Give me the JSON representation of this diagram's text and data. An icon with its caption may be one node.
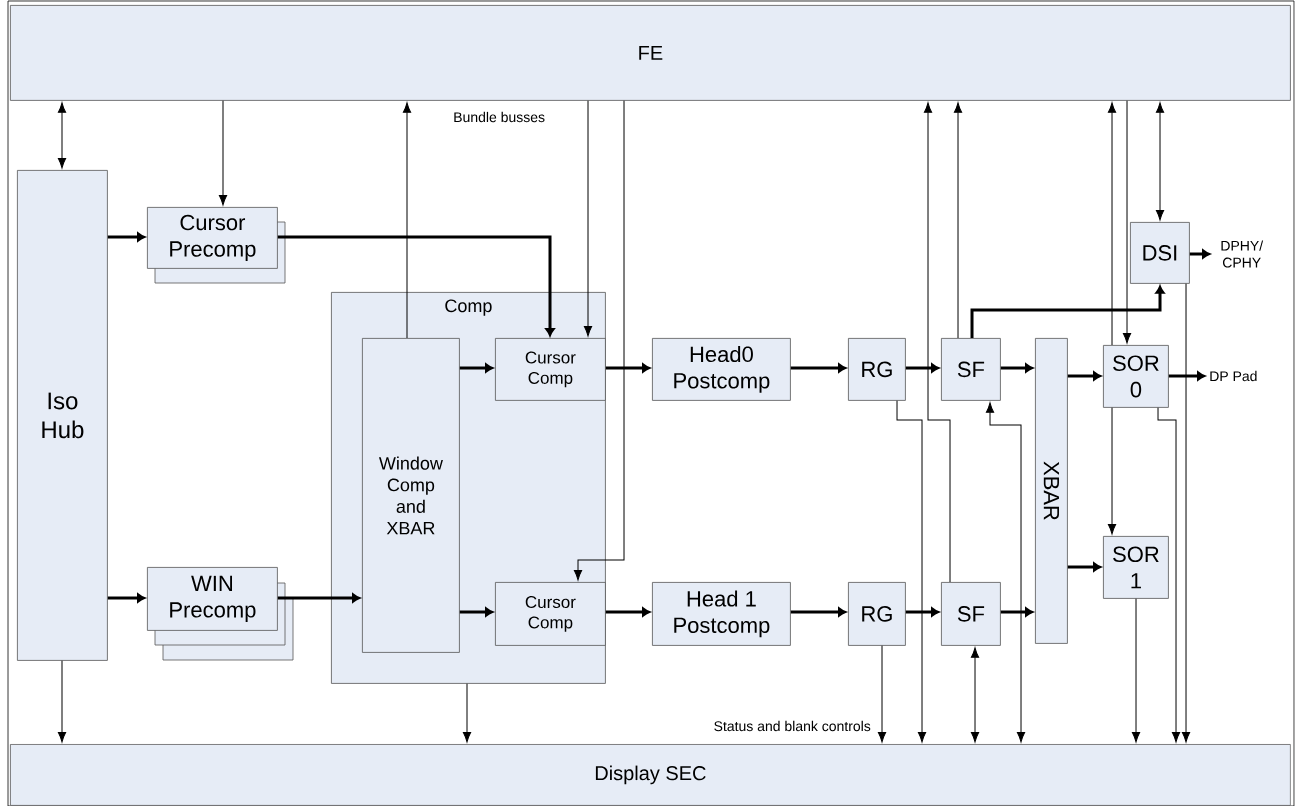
{
  "diagram": {
    "nodes": [
      {
        "text": [
          "FE"
        ]
      },
      {
        "text": [
          "Iso Hub"
        ]
      },
      {
        "text": [
          "Cursor Precomp"
        ]
      },
      {
        "text": [
          "WIN Precomp"
        ]
      },
      {
        "text": [
          "Comp"
        ]
      },
      {
        "text": [
          "Window Comp and XBAR"
        ],
        "in": 4
      },
      {
        "text": [
          "Cursor Comp"
        ],
        "in": 4
      },
      {
        "text": [
          "Cursor Comp"
        ],
        "in": 4
      },
      {
        "text": [
          "Head0 Postcomp"
        ]
      },
      {
        "text": [
          "Head 1 Postcomp"
        ]
      },
      {
        "text": [
          "RG"
        ]
      },
      {
        "text": [
          "RG"
        ]
      },
      {
        "text": [
          "SF"
        ]
      },
      {
        "text": [
          "SF"
        ]
      },
      {
        "text": [
          "XBAR"
        ]
      },
      {
        "text": [
          "SOR 0"
        ]
      },
      {
        "text": [
          "SOR 1"
        ]
      },
      {
        "text": [
          "DSI"
        ]
      },
      {
        "text": [
          "Display SEC"
        ]
      },
      {
        "text": [
          "DPHY/ CPHY"
        ]
      },
      {
        "text": [
          "DP Pad"
        ]
      }
    ],
    "edges": [
      {
        "from": 0,
        "to": 1,
        "arrow": "both"
      },
      {
        "from": 0,
        "to": 2,
        "arrow": "to"
      },
      {
        "from": 5,
        "to": 0,
        "arrow": "to"
      },
      {
        "from": 0,
        "to": 6,
        "arrow": "to"
      },
      {
        "from": 0,
        "to": 7,
        "arrow": "to"
      },
      {
        "from": 1,
        "to": 2,
        "arrow": "to",
        "style": "thick"
      },
      {
        "from": 1,
        "to": 3,
        "arrow": "to",
        "style": "thick"
      },
      {
        "from": 3,
        "to": 5,
        "arrow": "to",
        "style": "thick"
      },
      {
        "from": 2,
        "to": 6,
        "arrow": "to",
        "style": "thick"
      },
      {
        "from": 5,
        "to": 6,
        "arrow": "to",
        "style": "thick"
      },
      {
        "from": 5,
        "to": 7,
        "arrow": "to",
        "style": "thick"
      },
      {
        "from": 6,
        "to": 8,
        "arrow": "to",
        "style": "thick"
      },
      {
        "from": 7,
        "to": 9,
        "arrow": "to",
        "style": "thick"
      },
      {
        "from": 8,
        "to": 10,
        "arrow": "to",
        "style": "thick"
      },
      {
        "from": 9,
        "to": 11,
        "arrow": "to",
        "style": "thick"
      },
      {
        "from": 10,
        "to": 12,
        "arrow": "to",
        "style": "thick"
      },
      {
        "from": 11,
        "to": 13,
        "arrow": "to",
        "style": "thick"
      },
      {
        "from": 12,
        "to": 14,
        "arrow": "to",
        "style": "thick"
      },
      {
        "from": 13,
        "to": 14,
        "arrow": "to",
        "style": "thick"
      },
      {
        "from": 14,
        "to": 15,
        "arrow": "to",
        "style": "thick"
      },
      {
        "from": 14,
        "to": 16,
        "arrow": "to",
        "style": "thick"
      },
      {
        "from": 15,
        "to": 20,
        "arrow": "to",
        "style": "thick"
      },
      {
        "from": 17,
        "to": 19,
        "arrow": "to",
        "style": "thick"
      },
      {
        "from": 12,
        "to": 17,
        "arrow": "to",
        "style": "thick"
      },
      {
        "from": 12,
        "to": 0,
        "arrow": "to"
      },
      {
        "from": 13,
        "to": 0,
        "arrow": "to"
      },
      {
        "from": 0,
        "to": 17,
        "arrow": "both"
      },
      {
        "from": 0,
        "to": 15,
        "arrow": "to"
      },
      {
        "from": 15,
        "to": 0,
        "arrow": "to"
      },
      {
        "from": 15,
        "to": 16,
        "arrow": "to"
      },
      {
        "from": 1,
        "to": 18,
        "arrow": "to"
      },
      {
        "from": 4,
        "to": 18,
        "arrow": "to"
      },
      {
        "from": 10,
        "to": 18,
        "arrow": "to"
      },
      {
        "from": 11,
        "to": 18,
        "arrow": "to"
      },
      {
        "from": 13,
        "to": 18,
        "arrow": "both"
      },
      {
        "from": 12,
        "to": 18,
        "arrow": "both"
      },
      {
        "from": 15,
        "to": 18,
        "arrow": "to"
      },
      {
        "from": 16,
        "to": 18,
        "arrow": "to"
      },
      {
        "from": 17,
        "to": 18,
        "arrow": "to"
      }
    ],
    "labels": [
      "Bundle busses",
      "Status and blank controls"
    ]
  }
}
